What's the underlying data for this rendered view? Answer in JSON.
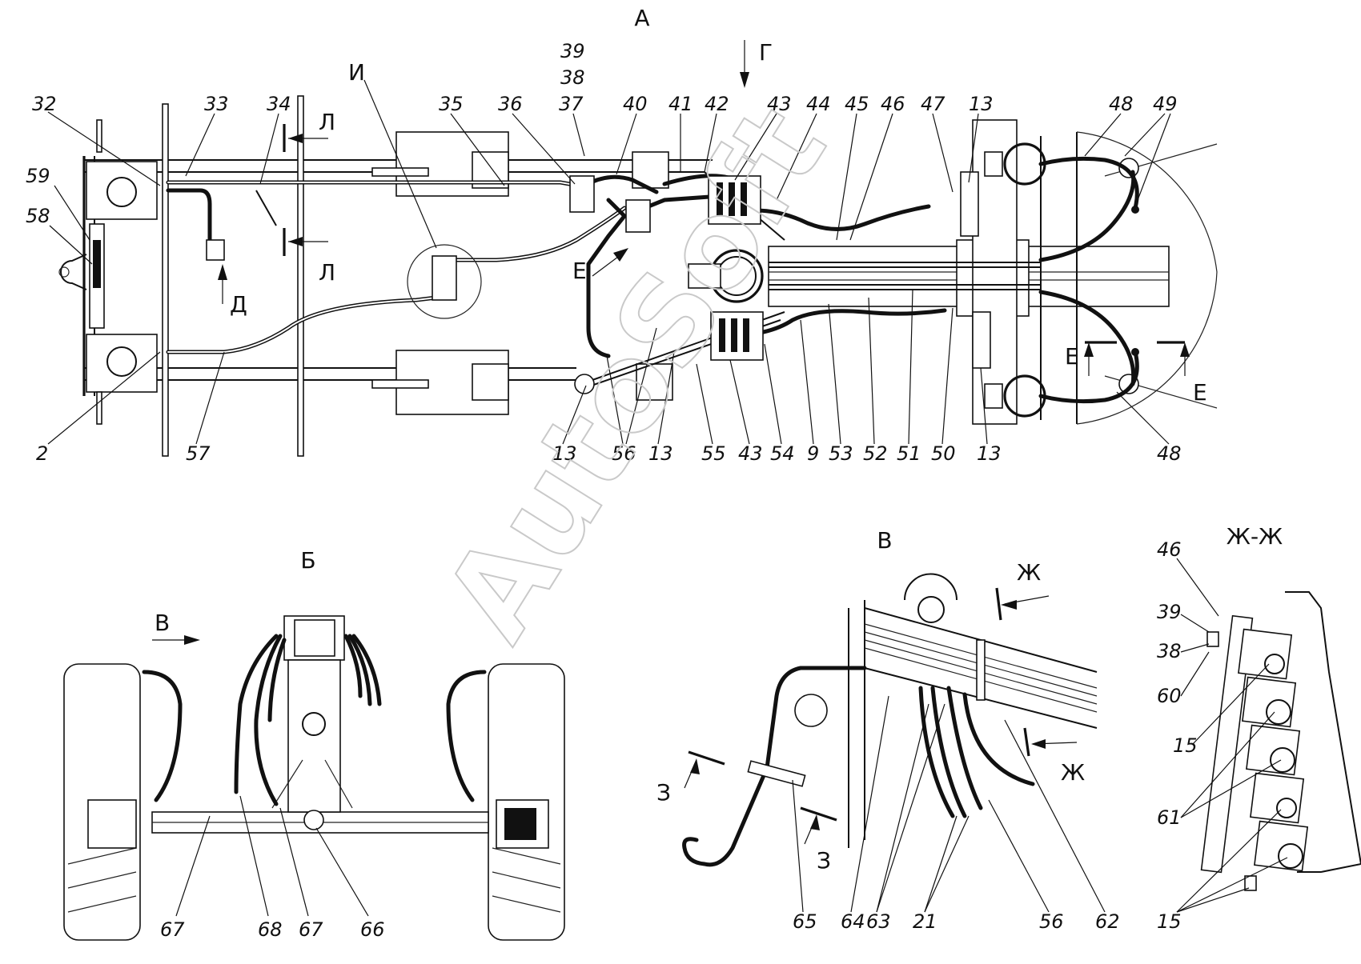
{
  "views": {
    "main": "А",
    "front": "Б",
    "detail_v": "В",
    "section_zh": "Ж-Ж",
    "arrow_g": "Г",
    "arrow_d": "Д",
    "arrow_e": "Е",
    "arrow_l": "Л",
    "arrow_i": "И",
    "arrow_v": "В",
    "arrow_zh": "Ж",
    "arrow_z": "З"
  },
  "labels": {
    "top": [
      "32",
      "33",
      "34",
      "35",
      "36",
      "37",
      "38",
      "39",
      "40",
      "41",
      "42",
      "43",
      "44",
      "45",
      "46",
      "47",
      "13",
      "48",
      "49"
    ],
    "left": [
      "59",
      "58",
      "2",
      "57"
    ],
    "bottom_main": [
      "13",
      "56",
      "13",
      "55",
      "43",
      "54",
      "9",
      "53",
      "52",
      "51",
      "50",
      "13",
      "48"
    ],
    "view_b": [
      "67",
      "68",
      "67",
      "66"
    ],
    "view_v": [
      "65",
      "64",
      "63",
      "21",
      "56",
      "62"
    ],
    "section_zh": [
      "46",
      "39",
      "38",
      "60",
      "15",
      "61",
      "15"
    ]
  },
  "watermark": "AutoSoft"
}
